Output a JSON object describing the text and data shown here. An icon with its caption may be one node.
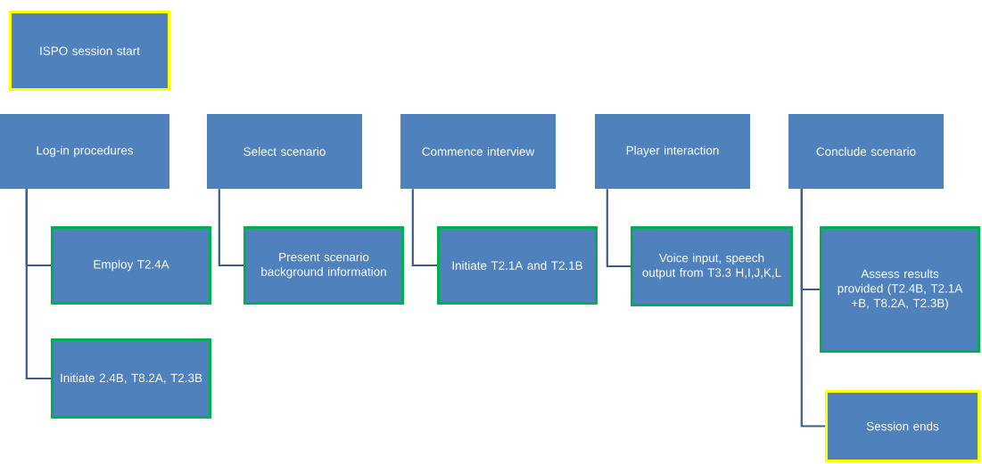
{
  "diagram": {
    "nodes": [
      {
        "text": [
          "ISPO session start"
        ]
      },
      {
        "text": [
          "Log-in procedures"
        ]
      },
      {
        "text": [
          "Select scenario"
        ]
      },
      {
        "text": [
          "Commence interview"
        ]
      },
      {
        "text": [
          "Player interaction"
        ]
      },
      {
        "text": [
          "Conclude scenario"
        ]
      },
      {
        "text": [
          "Employ T2.4A"
        ]
      },
      {
        "text": [
          "Initiate 2.4B, T8.2A, T2.3B"
        ]
      },
      {
        "text": [
          "Present scenario background information"
        ]
      },
      {
        "text": [
          "Initiate T2.1A and T2.1B"
        ]
      },
      {
        "text": [
          "Voice input, speech output from T3.3 H,I,J,K,L"
        ]
      },
      {
        "text": [
          "Assess results provided (T2.4B, T2.1A +B, T8.2A, T2.3B)"
        ]
      },
      {
        "text": [
          "Session ends"
        ]
      }
    ],
    "edges": [
      {
        "from": 1,
        "to": 6,
        "arrow": "none"
      },
      {
        "from": 1,
        "to": 7,
        "arrow": "none"
      },
      {
        "from": 2,
        "to": 8,
        "arrow": "none"
      },
      {
        "from": 3,
        "to": 9,
        "arrow": "none"
      },
      {
        "from": 4,
        "to": 10,
        "arrow": "none"
      },
      {
        "from": 5,
        "to": 11,
        "arrow": "none"
      },
      {
        "from": 5,
        "to": 12,
        "arrow": "none"
      }
    ]
  }
}
